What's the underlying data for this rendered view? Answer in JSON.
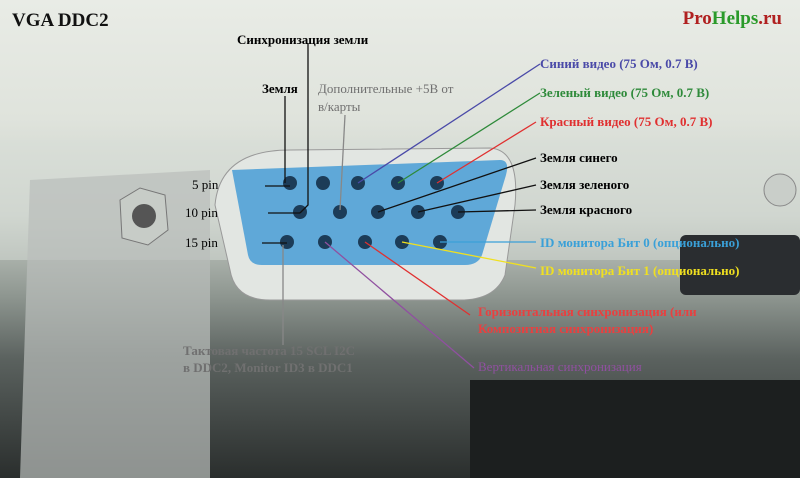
{
  "title": "VGA DDC2",
  "watermark": {
    "pro": "Pro",
    "helps": "Helps",
    "ru": ".ru"
  },
  "pin_markers": [
    "5 pin",
    "10 pin",
    "15 pin"
  ],
  "labels": {
    "ground_sync": "Синхронизация земли",
    "ground": "Земля",
    "extra_5v": "Дополнительные +5В от",
    "extra_5v_2": "в/карты",
    "blue_video": "Синий видео (75 Ом, 0.7 В)",
    "green_video": "Зеленый видео (75 Ом, 0.7 В)",
    "red_video": "Красный видео (75 Ом, 0.7 В)",
    "ground_blue": "Земля синего",
    "ground_green": "Земля зеленого",
    "ground_red": "Земля красного",
    "id_bit0": "ID монитора Бит 0 (опционально)",
    "id_bit1": "ID монитора Бит 1 (опционально)",
    "hsync": "Горизонтальная синхронизация (или",
    "hsync_2": "Композитная синхронизация)",
    "vsync": "Вертикальная синхронизация",
    "scl": "Тактовая частота 15 SCL I2C",
    "scl_2": "в DDC2, Monitor ID3 в DDC1"
  },
  "colors": {
    "blue": "#4a4aa8",
    "green": "#2e8a3a",
    "red": "#e03030",
    "cyan": "#3aa0d8",
    "yellow": "#f0e020",
    "purple": "#9050a0",
    "gray": "#707070"
  }
}
